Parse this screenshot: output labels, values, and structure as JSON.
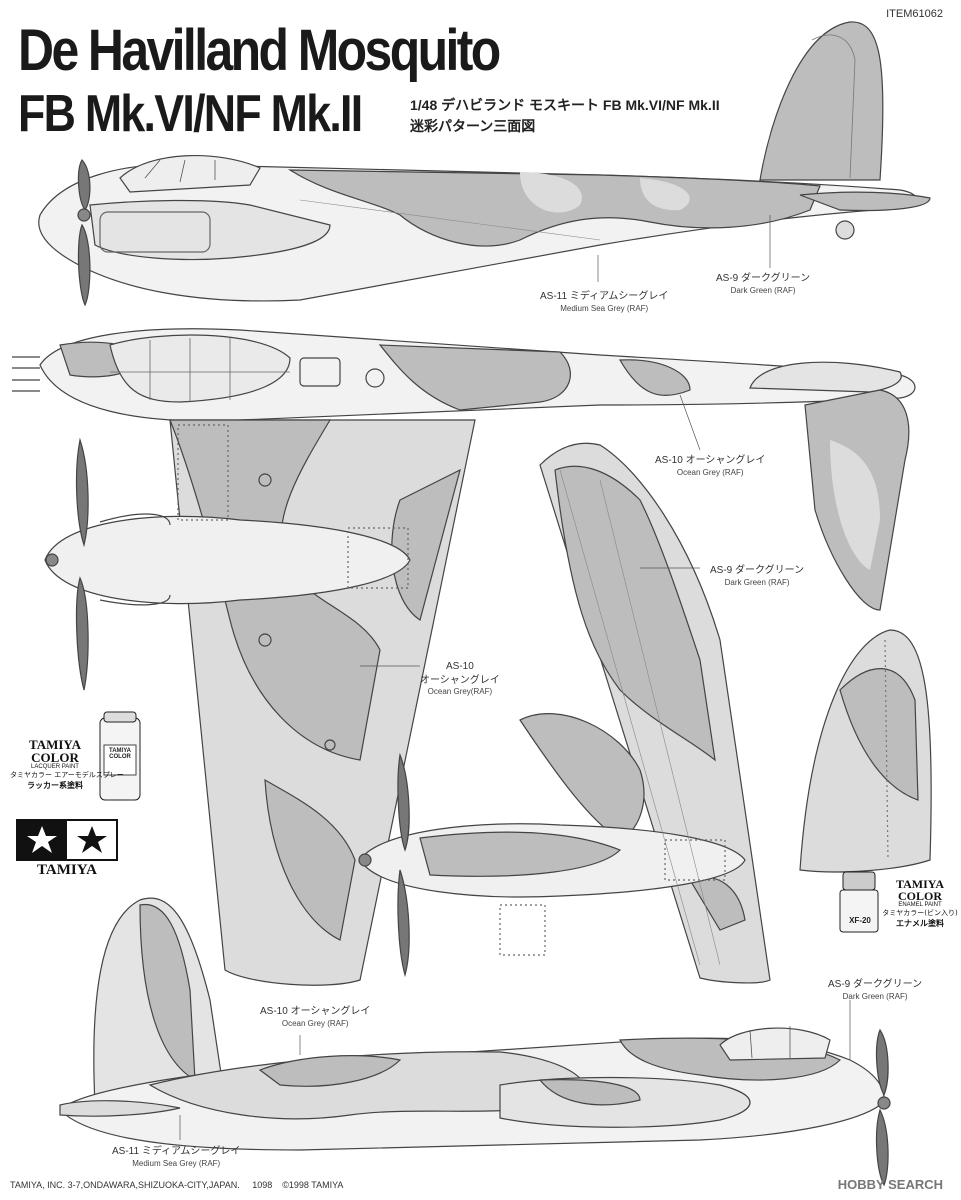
{
  "header": {
    "title_line1": "De Havilland Mosquito",
    "title_line2": "FB Mk.VI/NF Mk.II",
    "item_number": "ITEM61062",
    "scale_title": "1/48 デハビランド モスキート FB Mk.VI/NF Mk.II",
    "subtitle_jp": "迷彩パターン三面図"
  },
  "callouts": {
    "side_top_green_jp": "AS-9 ダークグリーン",
    "side_top_green_en": "Dark Green (RAF)",
    "side_top_grey_jp": "AS-11 ミディアムシーグレイ",
    "side_top_grey_en": "Medium Sea Grey (RAF)",
    "plan_ocean_jp": "AS-10 オーシャングレイ",
    "plan_ocean_en": "Ocean Grey (RAF)",
    "plan_green_jp": "AS-9 ダークグリーン",
    "plan_green_en": "Dark Green (RAF)",
    "wing_ocean_code": "AS-10",
    "wing_ocean_jp": "オーシャングレイ",
    "wing_ocean_en": "Ocean Grey(RAF)",
    "side_bottom_ocean_jp": "AS-10 オーシャングレイ",
    "side_bottom_ocean_en": "Ocean Grey (RAF)",
    "side_bottom_green_jp": "AS-9 ダークグリーン",
    "side_bottom_green_en": "Dark Green (RAF)",
    "side_bottom_grey_jp": "AS-11 ミディアムシーグレイ",
    "side_bottom_grey_en": "Medium Sea Grey (RAF)"
  },
  "logos": {
    "lacquer_brand_1": "TAMIYA",
    "lacquer_brand_2": "COLOR",
    "lacquer_type": "LACQUER PAINT",
    "lacquer_jp_1": "タミヤカラー エアーモデルスプレー",
    "lacquer_jp_2": "ラッカー系塗料",
    "spray_label": "TAMIYA COLOR",
    "tamiya_star_text": "TAMIYA",
    "enamel_brand_1": "TAMIYA",
    "enamel_brand_2": "COLOR",
    "enamel_type": "ENAMEL PAINT",
    "enamel_jp_1": "タミヤカラー(ビン入り)",
    "enamel_jp_2": "エナメル塗料",
    "bottle_code": "XF-20"
  },
  "footer": {
    "address": "TAMIYA, INC. 3-7,ONDAWARA,SHIZUOKA-CITY,JAPAN.",
    "code": "1098",
    "copyright": "©1998 TAMIYA"
  },
  "watermark": {
    "text": "HOBBY SEARCH"
  },
  "colors": {
    "dark_green": "#b8b8b8",
    "ocean_grey": "#dedede",
    "medium_sea_grey": "#f4f4f4",
    "outline": "#444444"
  }
}
